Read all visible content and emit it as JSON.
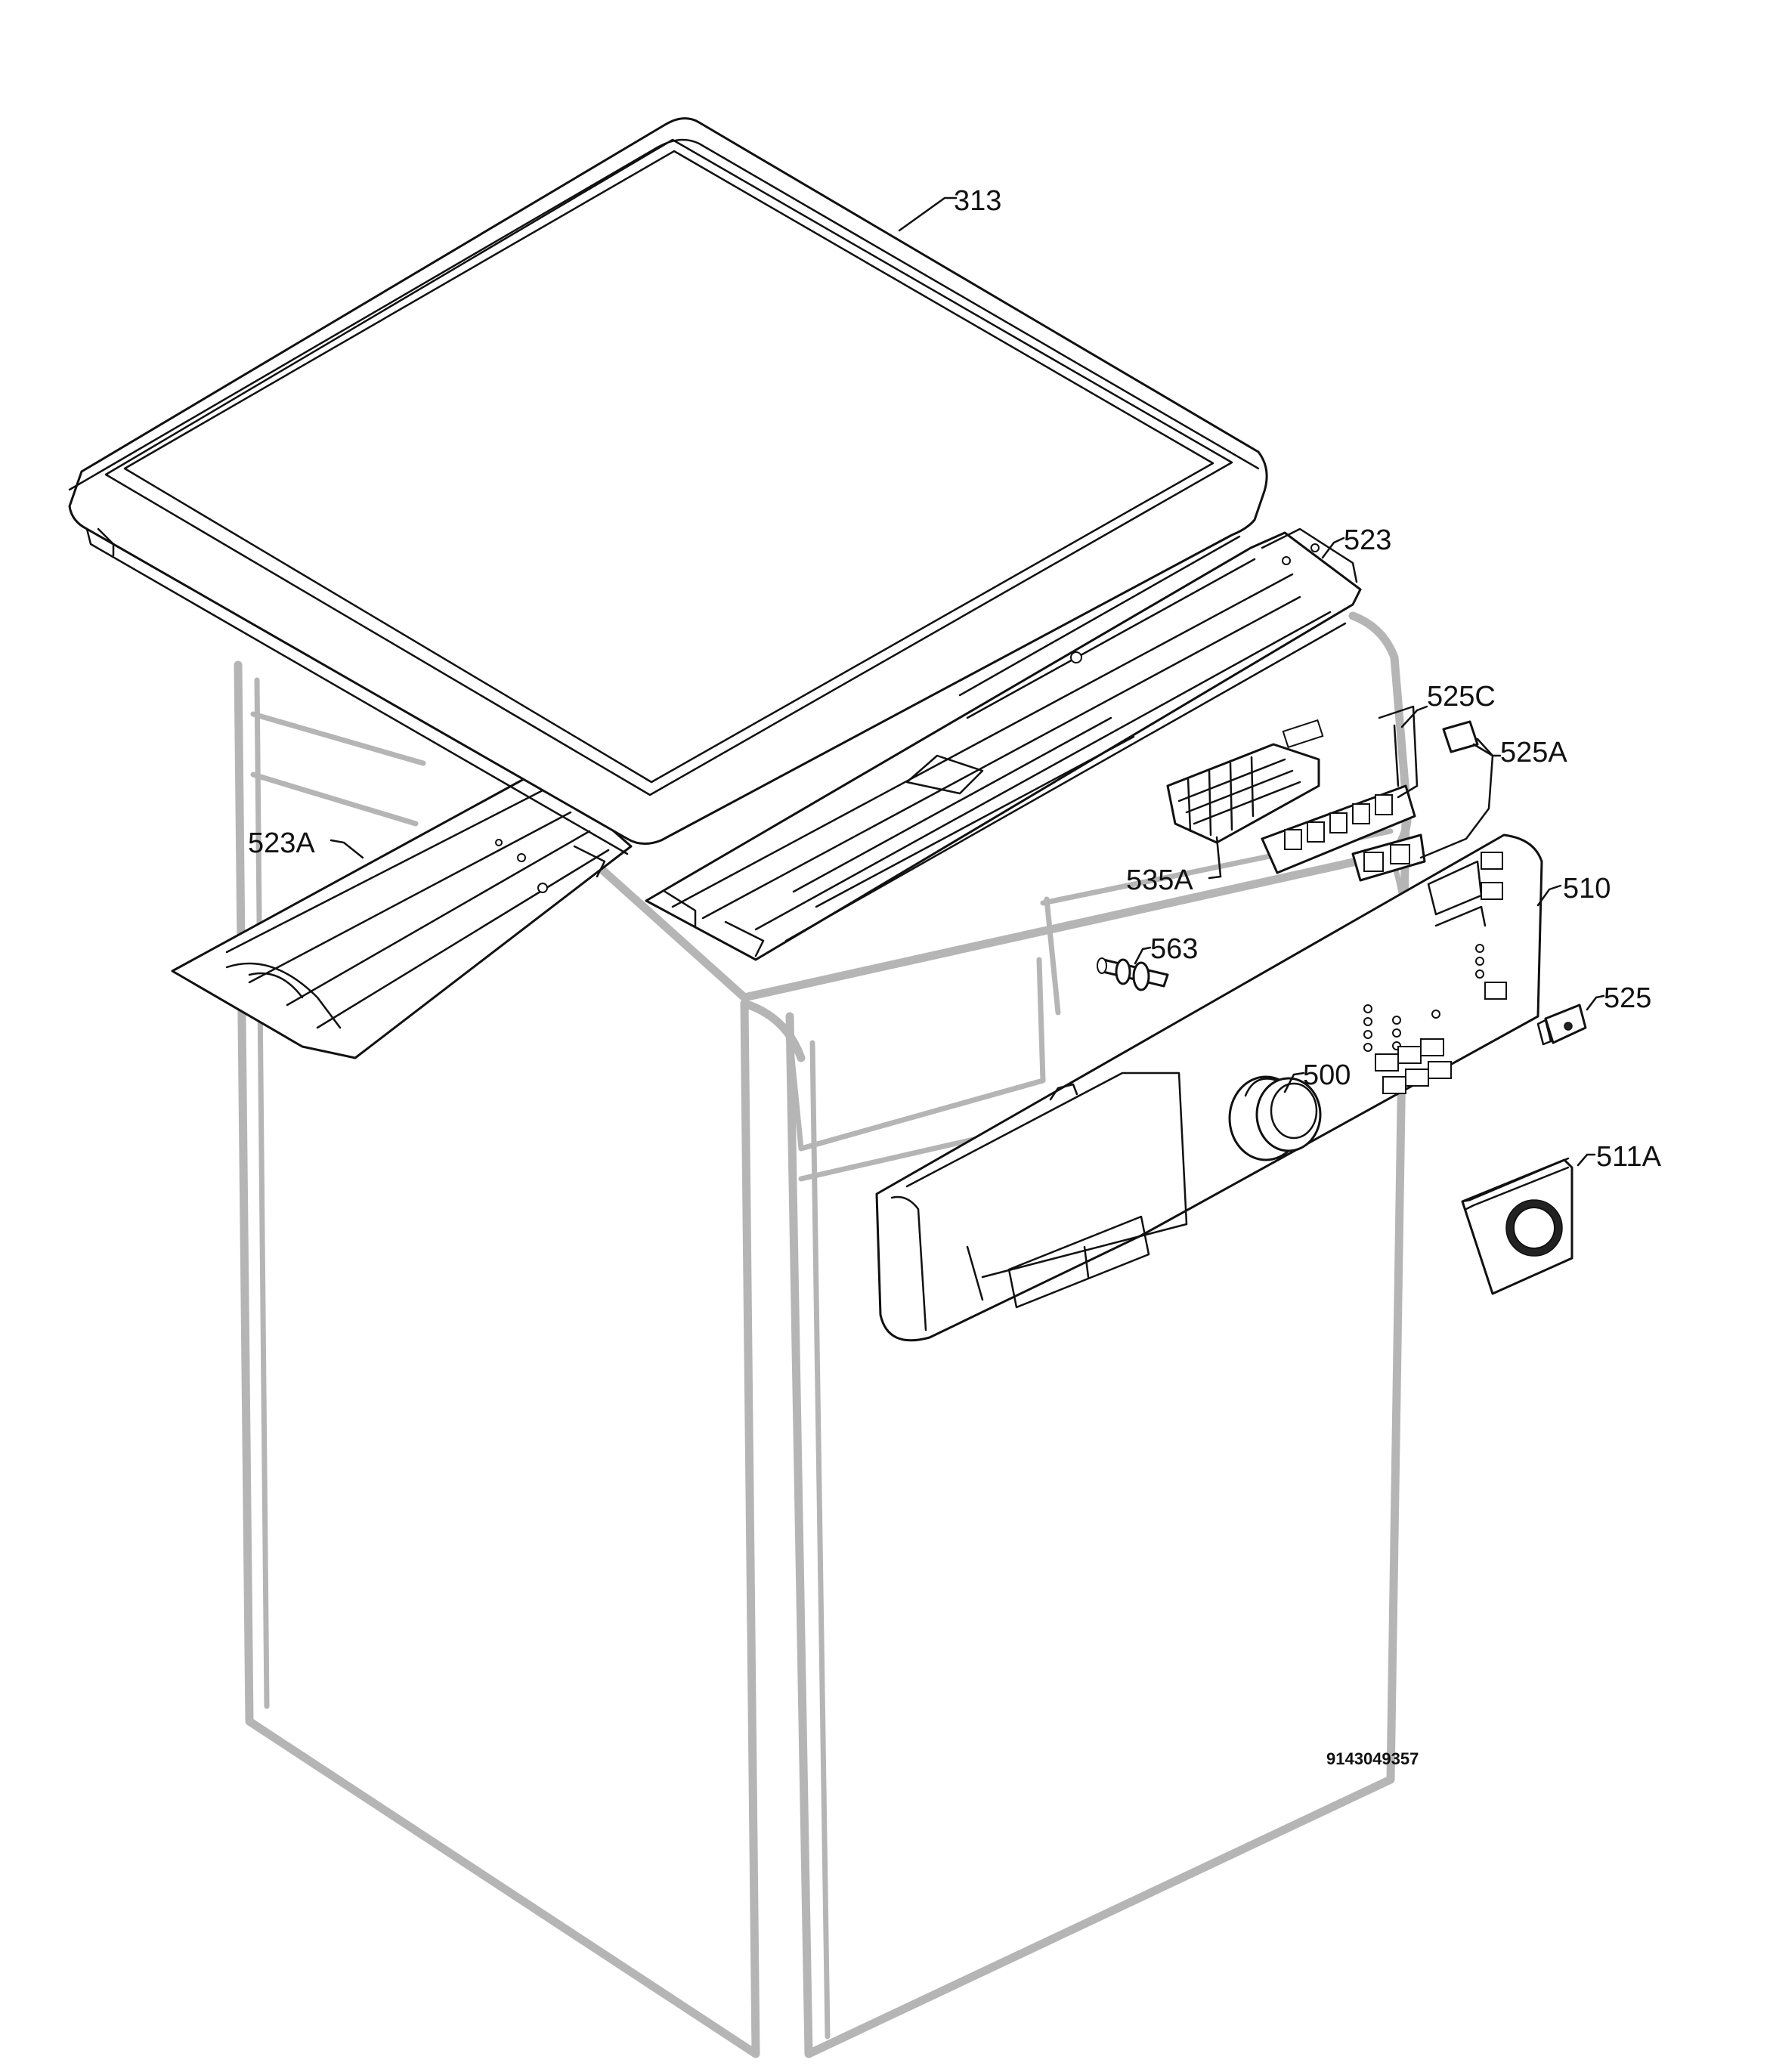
{
  "callouts": [
    {
      "id": "313"
    },
    {
      "id": "523"
    },
    {
      "id": "523A"
    },
    {
      "id": "525C"
    },
    {
      "id": "525A"
    },
    {
      "id": "535A"
    },
    {
      "id": "510"
    },
    {
      "id": "563"
    },
    {
      "id": "525"
    },
    {
      "id": "500"
    },
    {
      "id": "511A"
    }
  ],
  "document_number": "9143049357"
}
